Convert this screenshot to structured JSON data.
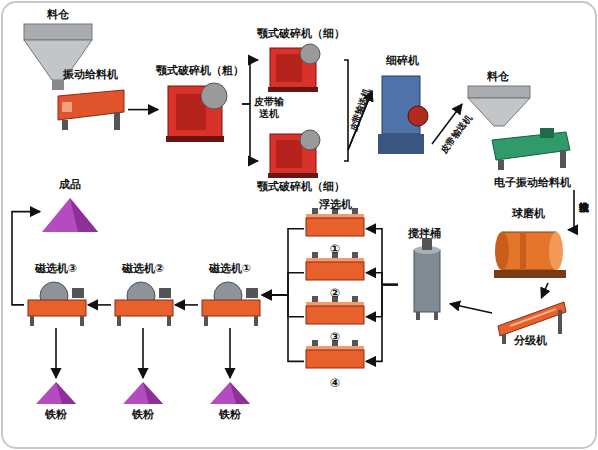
{
  "diagram": {
    "nodes": [
      {
        "text": [
          "料仓"
        ]
      },
      {
        "text": [
          "振动给料机"
        ]
      },
      {
        "text": [
          "颚式破碎机（粗）"
        ]
      },
      {
        "text": [
          "颚式破碎机（细）"
        ]
      },
      {
        "text": [
          "颚式破碎机（细）"
        ]
      },
      {
        "text": [
          "细碎机"
        ]
      },
      {
        "text": [
          "料仓"
        ]
      },
      {
        "text": [
          "电子振动给料机"
        ]
      },
      {
        "text": [
          "球磨机"
        ]
      },
      {
        "text": [
          "分级机"
        ]
      },
      {
        "text": [
          "搅拌桶"
        ]
      },
      {
        "text": [
          "浮选机"
        ]
      },
      {
        "text": [
          "①"
        ],
        "in": 11
      },
      {
        "text": [
          "②"
        ],
        "in": 11
      },
      {
        "text": [
          "③"
        ],
        "in": 11
      },
      {
        "text": [
          "④"
        ],
        "in": 11
      },
      {
        "text": [
          "磁选机①"
        ]
      },
      {
        "text": [
          "磁选机②"
        ]
      },
      {
        "text": [
          "磁选机③"
        ]
      },
      {
        "text": [
          "铁粉"
        ]
      },
      {
        "text": [
          "铁粉"
        ]
      },
      {
        "text": [
          "铁粉"
        ]
      },
      {
        "text": [
          "成品"
        ]
      }
    ],
    "edges": [
      {
        "from": 1,
        "to": 2,
        "arrow": "to"
      },
      {
        "from": 2,
        "to": 3,
        "label": "皮带输送机",
        "arrow": "to"
      },
      {
        "from": 2,
        "to": 4,
        "arrow": "to"
      },
      {
        "from": 3,
        "to": 5,
        "label": "皮带输送机",
        "arrow": "to"
      },
      {
        "from": 4,
        "to": 5,
        "arrow": "to"
      },
      {
        "from": 5,
        "to": 6,
        "label": "皮带输送机",
        "arrow": "to"
      },
      {
        "from": 7,
        "to": 8,
        "label": "皮带输送机",
        "arrow": "to"
      },
      {
        "from": 8,
        "to": 9,
        "arrow": "to"
      },
      {
        "from": 9,
        "to": 10,
        "arrow": "to"
      },
      {
        "from": 10,
        "to": 12,
        "arrow": "to"
      },
      {
        "from": 10,
        "to": 13,
        "arrow": "to"
      },
      {
        "from": 10,
        "to": 14,
        "arrow": "to"
      },
      {
        "from": 10,
        "to": 15,
        "arrow": "to"
      },
      {
        "from": 12,
        "to": 16,
        "arrow": "to"
      },
      {
        "from": 13,
        "to": 16,
        "arrow": "to"
      },
      {
        "from": 14,
        "to": 16,
        "arrow": "to"
      },
      {
        "from": 15,
        "to": 16,
        "arrow": "to"
      },
      {
        "from": 16,
        "to": 17,
        "arrow": "to"
      },
      {
        "from": 17,
        "to": 18,
        "arrow": "to"
      },
      {
        "from": 16,
        "to": 19,
        "arrow": "to"
      },
      {
        "from": 17,
        "to": 20,
        "arrow": "to"
      },
      {
        "from": 18,
        "to": 21,
        "arrow": "to"
      },
      {
        "from": 18,
        "to": 22,
        "arrow": "to"
      }
    ]
  }
}
